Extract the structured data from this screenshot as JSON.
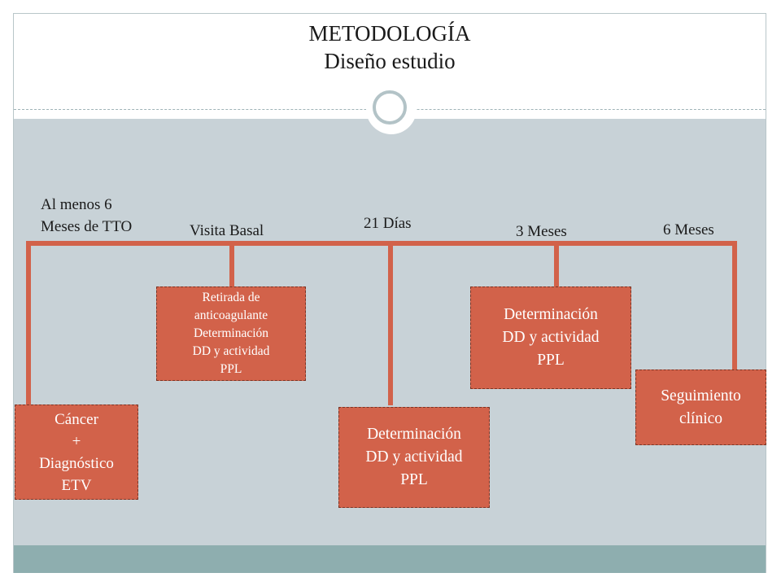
{
  "title": {
    "line1": "METODOLOGÍA",
    "line2": "Diseño estudio"
  },
  "colors": {
    "box_fill": "#d2624a",
    "timeline": "#d2624a",
    "background": "#c8d2d7",
    "footer": "#8eaeaf"
  },
  "timeline_labels": {
    "pre_treatment": [
      "Al menos 6",
      "Meses de TTO"
    ],
    "baseline": "Visita Basal",
    "day21": "21 Días",
    "month3": "3 Meses",
    "month6": "6 Meses"
  },
  "boxes": {
    "cancer": [
      "Cáncer",
      "+",
      "Diagnóstico",
      "ETV"
    ],
    "baseline": [
      "Retirada de",
      "anticoagulante",
      "Determinación",
      "DD y actividad",
      "PPL"
    ],
    "day21": [
      "Determinación",
      "DD y actividad",
      "PPL"
    ],
    "month3": [
      "Determinación",
      "DD y actividad",
      "PPL"
    ],
    "month6": [
      "Seguimiento",
      "clínico"
    ]
  }
}
